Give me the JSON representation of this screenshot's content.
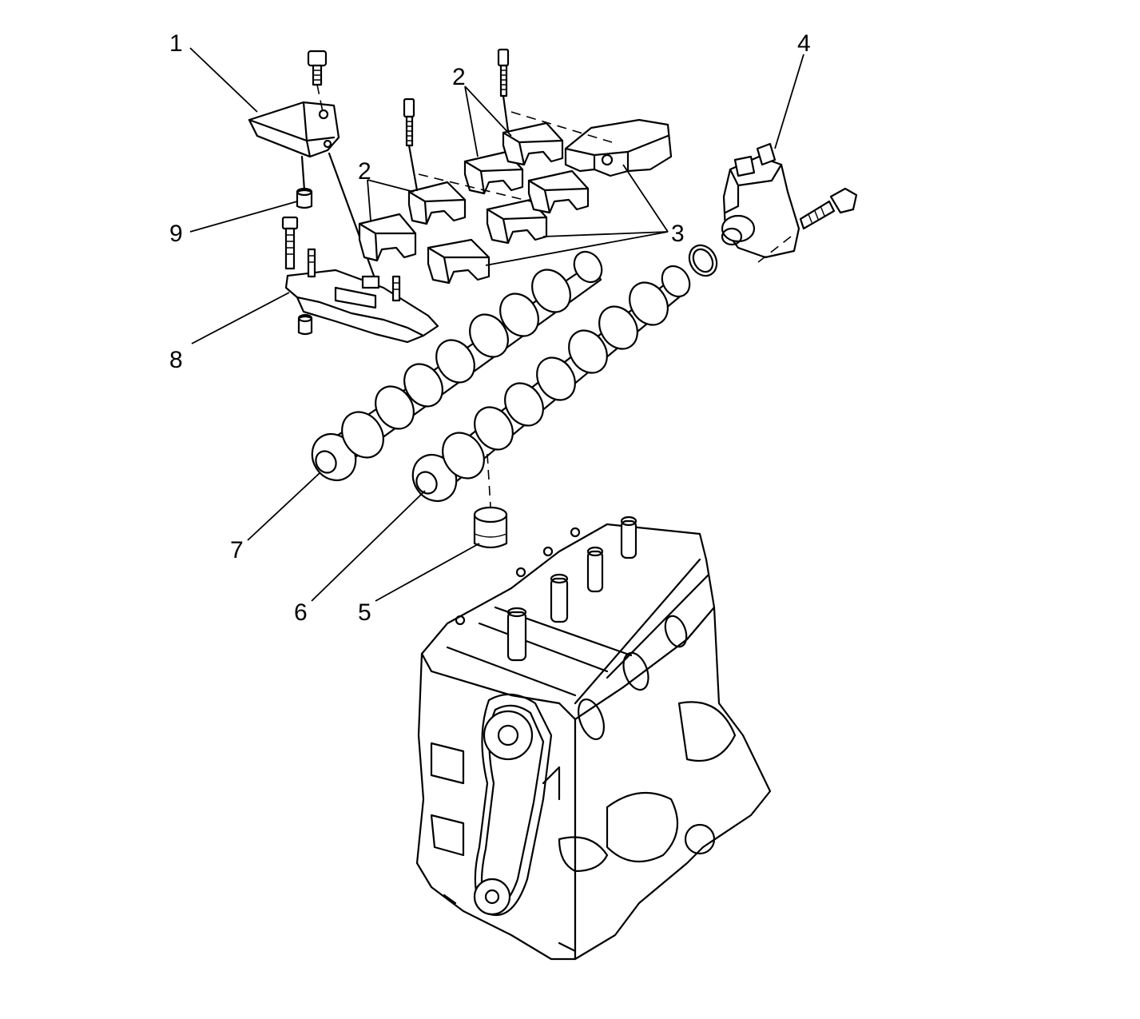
{
  "callouts": [
    "1",
    "2",
    "2",
    "3",
    "4",
    "5",
    "6",
    "7",
    "8",
    "9"
  ]
}
